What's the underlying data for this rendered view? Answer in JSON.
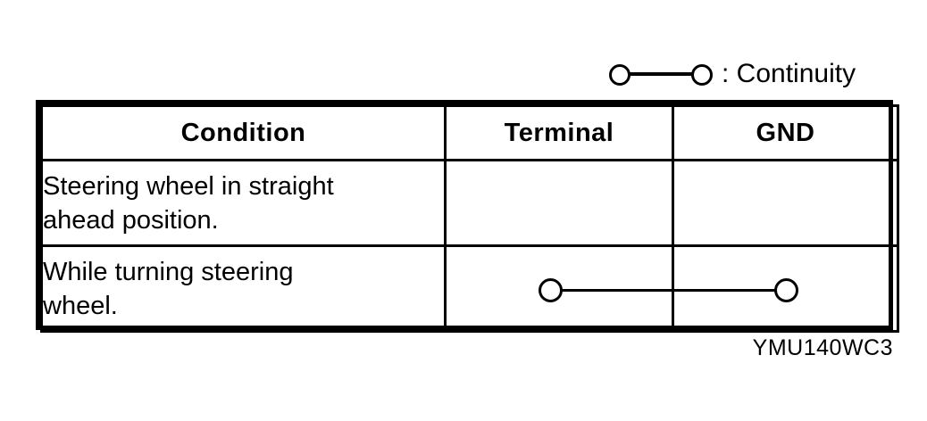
{
  "legend": {
    "symbol_name": "continuity-symbol",
    "label": ": Continuity"
  },
  "table": {
    "headers": [
      {
        "key": "condition",
        "label": "Condition"
      },
      {
        "key": "terminal",
        "label": "Terminal"
      },
      {
        "key": "gnd",
        "label": "GND"
      }
    ],
    "rows": [
      {
        "condition_line1": "Steering wheel in straight",
        "condition_line2": "ahead position.",
        "continuity": false
      },
      {
        "condition_line1": "While turning steering",
        "condition_line2": "wheel.",
        "continuity": true
      }
    ]
  },
  "caption": "YMU140WC3",
  "colors": {
    "ink": "#000000",
    "paper": "#ffffff"
  }
}
